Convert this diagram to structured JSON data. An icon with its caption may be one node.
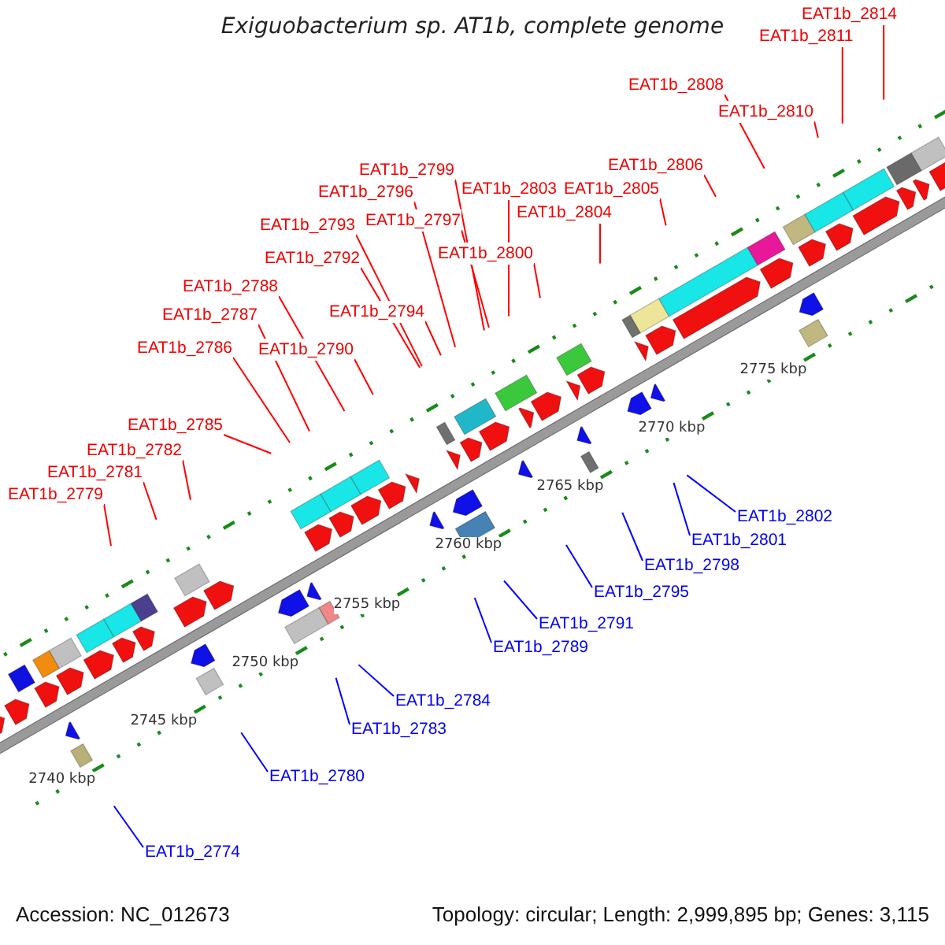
{
  "diagram": {
    "title": "Exiguobacterium sp. AT1b, complete genome",
    "nodes": [
      {
        "text": [
          "EAT1b_2814"
        ]
      },
      {
        "text": [
          "EAT1b_2811"
        ]
      },
      {
        "text": [
          "EAT1b_2808"
        ]
      },
      {
        "text": [
          "EAT1b_2810"
        ]
      },
      {
        "text": [
          "EAT1b_2806"
        ]
      },
      {
        "text": [
          "EAT1b_2799"
        ]
      },
      {
        "text": [
          "EAT1b_2805"
        ]
      },
      {
        "text": [
          "EAT1b_2803"
        ]
      },
      {
        "text": [
          "EAT1b_2796"
        ]
      },
      {
        "text": [
          "EAT1b_2804"
        ]
      },
      {
        "text": [
          "EAT1b_2797"
        ]
      },
      {
        "text": [
          "EAT1b_2793"
        ]
      },
      {
        "text": [
          "EAT1b_2800"
        ]
      },
      {
        "text": [
          "EAT1b_2792"
        ]
      },
      {
        "text": [
          "EAT1b_2788"
        ]
      },
      {
        "text": [
          "EAT1b_2794"
        ]
      },
      {
        "text": [
          "EAT1b_2787"
        ]
      },
      {
        "text": [
          "EAT1b_2790"
        ]
      },
      {
        "text": [
          "EAT1b_2786"
        ]
      },
      {
        "text": [
          "EAT1b_2785"
        ]
      },
      {
        "text": [
          "EAT1b_2782"
        ]
      },
      {
        "text": [
          "EAT1b_2781"
        ]
      },
      {
        "text": [
          "EAT1b_2779"
        ]
      },
      {
        "text": [
          "EAT1b_2802"
        ]
      },
      {
        "text": [
          "EAT1b_2801"
        ]
      },
      {
        "text": [
          "EAT1b_2798"
        ]
      },
      {
        "text": [
          "EAT1b_2795"
        ]
      },
      {
        "text": [
          "EAT1b_2791"
        ]
      },
      {
        "text": [
          "EAT1b_2789"
        ]
      },
      {
        "text": [
          "EAT1b_2784"
        ]
      },
      {
        "text": [
          "EAT1b_2783"
        ]
      },
      {
        "text": [
          "EAT1b_2780"
        ]
      },
      {
        "text": [
          "EAT1b_2774"
        ]
      }
    ],
    "edges": [
      {
        "from": 0,
        "to": null,
        "arrow": "none"
      },
      {
        "from": 1,
        "to": null,
        "arrow": "none"
      },
      {
        "from": 2,
        "to": null,
        "arrow": "none"
      },
      {
        "from": 3,
        "to": null,
        "arrow": "none"
      },
      {
        "from": 4,
        "to": null,
        "arrow": "none"
      },
      {
        "from": 5,
        "to": null,
        "arrow": "none"
      },
      {
        "from": 6,
        "to": null,
        "arrow": "none"
      },
      {
        "from": 7,
        "to": null,
        "arrow": "none"
      },
      {
        "from": 8,
        "to": null,
        "arrow": "none"
      },
      {
        "from": 9,
        "to": null,
        "arrow": "none"
      },
      {
        "from": 10,
        "to": null,
        "arrow": "none"
      },
      {
        "from": 11,
        "to": null,
        "arrow": "none"
      },
      {
        "from": 12,
        "to": null,
        "arrow": "none"
      },
      {
        "from": 13,
        "to": null,
        "arrow": "none"
      },
      {
        "from": 14,
        "to": null,
        "arrow": "none"
      },
      {
        "from": 15,
        "to": null,
        "arrow": "none"
      },
      {
        "from": 16,
        "to": null,
        "arrow": "none"
      },
      {
        "from": 17,
        "to": null,
        "arrow": "none"
      },
      {
        "from": 18,
        "to": null,
        "arrow": "none"
      },
      {
        "from": 19,
        "to": null,
        "arrow": "none"
      },
      {
        "from": 20,
        "to": null,
        "arrow": "none"
      },
      {
        "from": 21,
        "to": null,
        "arrow": "none"
      },
      {
        "from": 22,
        "to": null,
        "arrow": "none"
      },
      {
        "from": 23,
        "to": null,
        "arrow": "none",
        "color": "#0000ff"
      },
      {
        "from": 24,
        "to": null,
        "arrow": "none",
        "color": "#0000ff"
      },
      {
        "from": 25,
        "to": null,
        "arrow": "none",
        "color": "#0000ff"
      },
      {
        "from": 26,
        "to": null,
        "arrow": "none",
        "color": "#0000ff"
      },
      {
        "from": 27,
        "to": null,
        "arrow": "none",
        "color": "#0000ff"
      },
      {
        "from": 28,
        "to": null,
        "arrow": "none",
        "color": "#0000ff"
      },
      {
        "from": 29,
        "to": null,
        "arrow": "none",
        "color": "#0000ff"
      },
      {
        "from": 30,
        "to": null,
        "arrow": "none",
        "color": "#0000ff"
      },
      {
        "from": 31,
        "to": null,
        "arrow": "none",
        "color": "#0000ff"
      },
      {
        "from": 32,
        "to": null,
        "arrow": "none",
        "color": "#0000ff"
      }
    ],
    "labels": [
      "2775 kbp",
      "2770 kbp",
      "2765 kbp",
      "2760 kbp",
      "2755 kbp",
      "2750 kbp",
      "2745 kbp",
      "2740 kbp",
      "Accession: NC_012673",
      "Topology: circular; Length: 2,999,895 bp; Genes: 3,115"
    ]
  }
}
